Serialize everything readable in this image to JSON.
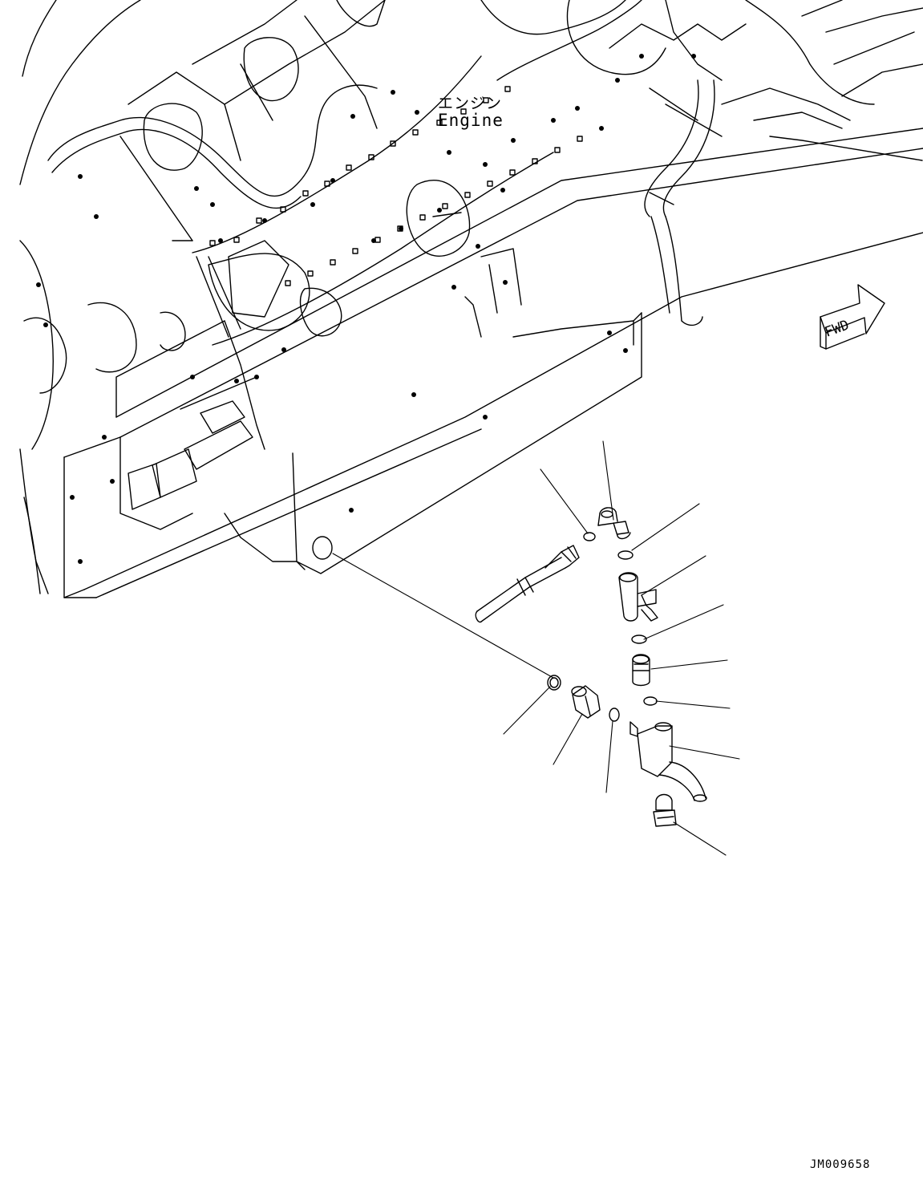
{
  "labels": {
    "engine_jp": "エンジン",
    "engine_en": "Engine",
    "fwd": "FWD",
    "drawing_id": "JM009658"
  },
  "colors": {
    "line": "#000000",
    "background": "#ffffff"
  },
  "icons": {
    "direction_arrow": "fwd-arrow-icon"
  }
}
